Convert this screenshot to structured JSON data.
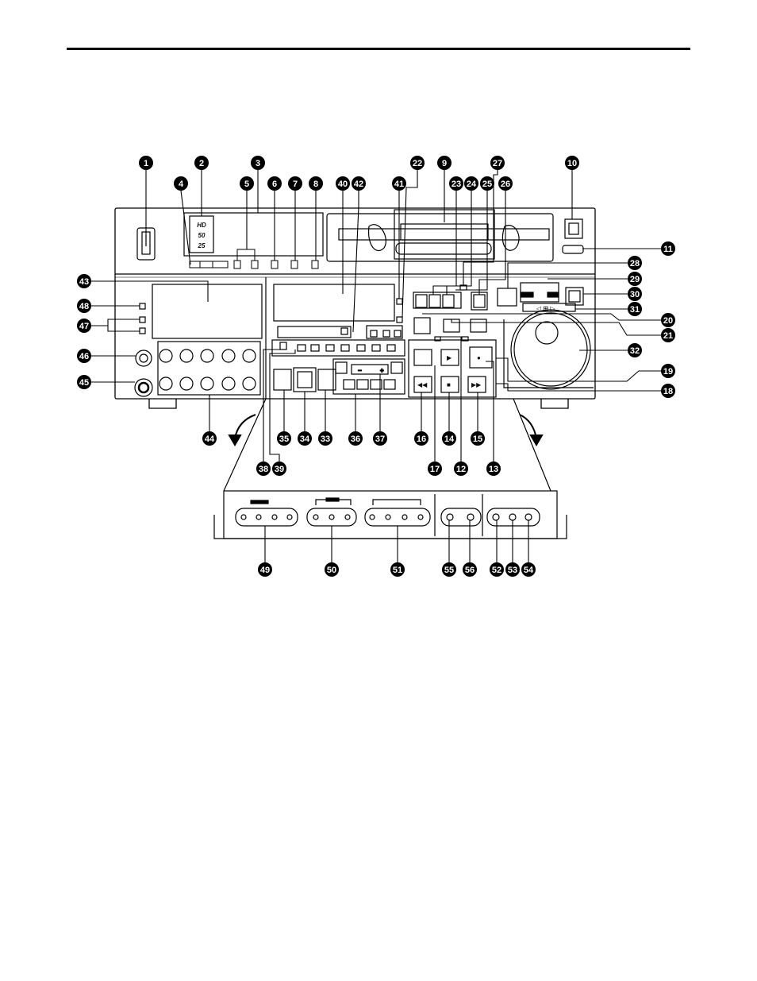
{
  "callouts": [
    {
      "id": "1",
      "label": "1"
    },
    {
      "id": "2",
      "label": "2"
    },
    {
      "id": "3",
      "label": "3"
    },
    {
      "id": "4",
      "label": "4"
    },
    {
      "id": "5",
      "label": "5"
    },
    {
      "id": "6",
      "label": "6"
    },
    {
      "id": "7",
      "label": "7"
    },
    {
      "id": "8",
      "label": "8"
    },
    {
      "id": "9",
      "label": "9"
    },
    {
      "id": "10",
      "label": "10"
    },
    {
      "id": "11",
      "label": "11"
    },
    {
      "id": "12",
      "label": "12"
    },
    {
      "id": "13",
      "label": "13"
    },
    {
      "id": "14",
      "label": "14"
    },
    {
      "id": "15",
      "label": "15"
    },
    {
      "id": "16",
      "label": "16"
    },
    {
      "id": "17",
      "label": "17"
    },
    {
      "id": "18",
      "label": "18"
    },
    {
      "id": "19",
      "label": "19"
    },
    {
      "id": "20",
      "label": "20"
    },
    {
      "id": "21",
      "label": "21"
    },
    {
      "id": "22",
      "label": "22"
    },
    {
      "id": "23",
      "label": "23"
    },
    {
      "id": "24",
      "label": "24"
    },
    {
      "id": "25",
      "label": "25"
    },
    {
      "id": "26",
      "label": "26"
    },
    {
      "id": "27",
      "label": "27"
    },
    {
      "id": "28",
      "label": "28"
    },
    {
      "id": "29",
      "label": "29"
    },
    {
      "id": "30",
      "label": "30"
    },
    {
      "id": "31",
      "label": "31"
    },
    {
      "id": "32",
      "label": "32"
    },
    {
      "id": "33",
      "label": "33"
    },
    {
      "id": "34",
      "label": "34"
    },
    {
      "id": "35",
      "label": "35"
    },
    {
      "id": "36",
      "label": "36"
    },
    {
      "id": "37",
      "label": "37"
    },
    {
      "id": "38",
      "label": "38"
    },
    {
      "id": "39",
      "label": "39"
    },
    {
      "id": "40",
      "label": "40"
    },
    {
      "id": "41",
      "label": "41"
    },
    {
      "id": "42",
      "label": "42"
    },
    {
      "id": "43",
      "label": "43"
    },
    {
      "id": "44",
      "label": "44"
    },
    {
      "id": "45",
      "label": "45"
    },
    {
      "id": "46",
      "label": "46"
    },
    {
      "id": "47",
      "label": "47"
    },
    {
      "id": "48",
      "label": "48"
    },
    {
      "id": "49",
      "label": "49"
    },
    {
      "id": "50",
      "label": "50"
    },
    {
      "id": "51",
      "label": "51"
    },
    {
      "id": "52",
      "label": "52"
    },
    {
      "id": "53",
      "label": "53"
    },
    {
      "id": "54",
      "label": "54"
    },
    {
      "id": "55",
      "label": "55"
    },
    {
      "id": "56",
      "label": "56"
    }
  ],
  "format_indicators": [
    "HD",
    "50",
    "25"
  ],
  "transport_symbols": {
    "play": "▶",
    "stop": "■",
    "rewind": "◀◀",
    "ffwd": "▶▶",
    "rec": "●",
    "jog_arrows": "◁ ⊞ ▷"
  }
}
